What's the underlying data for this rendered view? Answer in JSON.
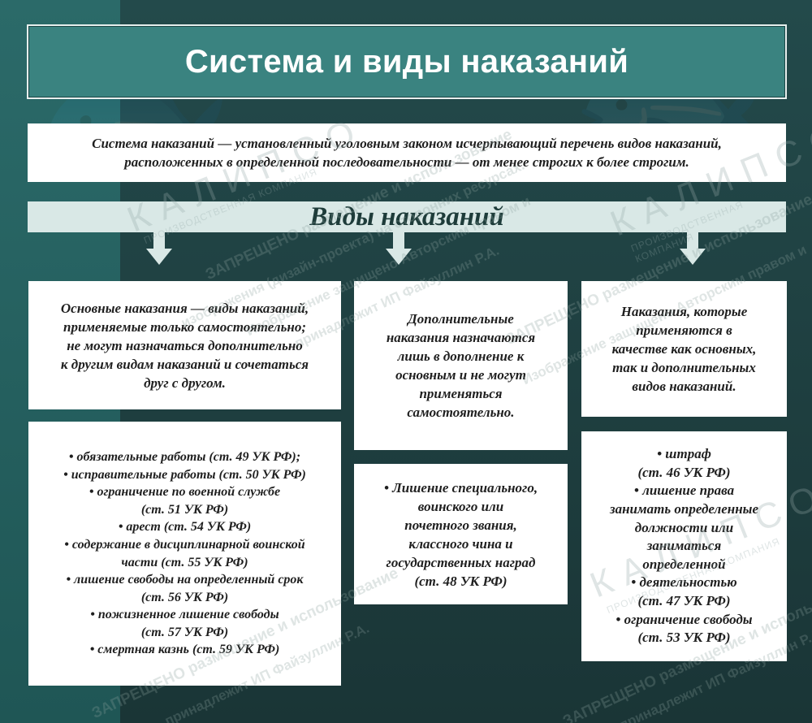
{
  "title": "Система и виды наказаний",
  "definition": [
    "Система наказаний — установленный уголовным законом исчерпывающий перечень видов наказаний,",
    "расположенных в определенной последовательности — от менее строгих к более строгим."
  ],
  "banner": "Виды наказаний",
  "columns": [
    {
      "description": [
        "Основные наказания — виды наказаний,",
        "применяемые только самостоятельно;",
        "не могут назначаться дополнительно",
        "к другим видам наказаний и сочетаться",
        "друг с другом."
      ],
      "items": [
        "• обязательные работы (ст. 49 УК РФ);",
        "• исправительные работы (ст. 50 УК РФ)",
        "• ограничение по военной службе",
        "(ст. 51 УК РФ)",
        "• арест (ст. 54 УК РФ)",
        "• содержание в дисциплинарной воинской",
        "части (ст. 55 УК РФ)",
        "• лишение свободы на определенный срок",
        "(ст. 56 УК РФ)",
        "• пожизненное лишение свободы",
        "(ст. 57 УК РФ)",
        "• смертная казнь (ст. 59 УК РФ)"
      ]
    },
    {
      "description": [
        "Дополнительные",
        "наказания назначаются",
        "лишь в дополнение к",
        "основным и не могут",
        "применяться",
        "самостоятельно."
      ],
      "items": [
        "• Лишение специального,",
        "воинского или",
        "почетного звания,",
        "классного чина и",
        "государственных наград",
        "(ст. 48 УК РФ)"
      ]
    },
    {
      "description": [
        "Наказания, которые",
        "применяются в",
        "качестве как основных,",
        "так и дополнительных",
        "видов наказаний."
      ],
      "items": [
        "• штраф",
        "(ст. 46 УК РФ)",
        "• лишение права",
        "занимать определенные",
        "должности или",
        "заниматься",
        "определенной",
        "• деятельностью",
        "(ст. 47 УК РФ)",
        "• ограничение свободы",
        "(ст. 53 УК РФ)"
      ]
    }
  ],
  "watermark": {
    "lines": [
      "ЗАПРЕЩЕНО размещение и использование",
      "изображения (дизайн-проекта) на сторонних ресурсах.",
      "Изображение защищено Авторским правом и",
      "принадлежит ИП Файзуллин Р.А."
    ],
    "logo": "КАЛИПСО",
    "logo_sub": "ПРОИЗВОДСТВЕННАЯ КОМПАНИЯ"
  },
  "colors": {
    "title_bg": "#3a8380",
    "background_left": "#2b6a69",
    "background_right": "#1b3a3b",
    "banner_bg": "#d9e8e6",
    "arrow": "#d9e8e6"
  }
}
